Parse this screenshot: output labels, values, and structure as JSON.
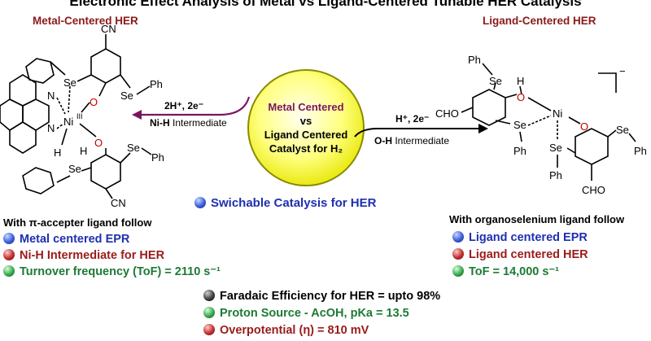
{
  "title": "Electronic Effect Analysis of Metal vs Ligand-Centered Tunable HER Catalysis",
  "left_panel": {
    "title": "Metal-Centered HER",
    "atoms": {
      "ni": "Ni",
      "ox": "III",
      "se": "Se",
      "ph": "Ph",
      "o": "O",
      "h": "H",
      "n": "N",
      "cn": "CN"
    },
    "heading": "With π-accepter ligand follow",
    "bullets": [
      {
        "text": "Metal centered EPR",
        "color": "blue"
      },
      {
        "text": "Ni-H Intermediate for HER",
        "color": "red"
      },
      {
        "text": "Turnover frequency (ToF) = 2110 s⁻¹",
        "color": "green"
      }
    ]
  },
  "right_panel": {
    "title": "Ligand-Centered HER",
    "atoms": {
      "ni": "Ni",
      "se": "Se",
      "ph": "Ph",
      "o": "O",
      "h": "H",
      "cho": "CHO",
      "charge": "−"
    },
    "heading": "With organoselenium ligand follow",
    "bullets": [
      {
        "text": "Ligand centered EPR",
        "color": "blue"
      },
      {
        "text": "Ligand centered HER",
        "color": "red"
      },
      {
        "text": "ToF = 14,000 s⁻¹",
        "color": "green"
      }
    ]
  },
  "center": {
    "line1": "Metal Centered",
    "line2": "vs",
    "line3": "Ligand Centered",
    "line4": "Catalyst for H₂"
  },
  "arrows": {
    "left_top": "2H⁺, 2e⁻",
    "left_bottom_bold": "Ni-H",
    "left_bottom_rest": "Intermediate",
    "right_top": "H⁺, 2e⁻",
    "right_bottom_bold": "O-H",
    "right_bottom_rest": "Intermediate"
  },
  "switchable": "Swichable Catalysis for HER",
  "bottom_bullets": [
    {
      "text": "Faradaic Efficiency for HER = upto 98%",
      "color": "black"
    },
    {
      "text": "Proton Source - AcOH, pKa = 13.5",
      "color": "green"
    },
    {
      "text": "Overpotential (η) = 810 mV",
      "color": "red"
    }
  ],
  "colors": {
    "title_red": "#8b1a1a",
    "left_arrow": "#7a1560",
    "blue": "#1f2fb0",
    "red": "#9a1b1b",
    "green": "#1d7a34",
    "circle_fill": "#ffff80"
  }
}
